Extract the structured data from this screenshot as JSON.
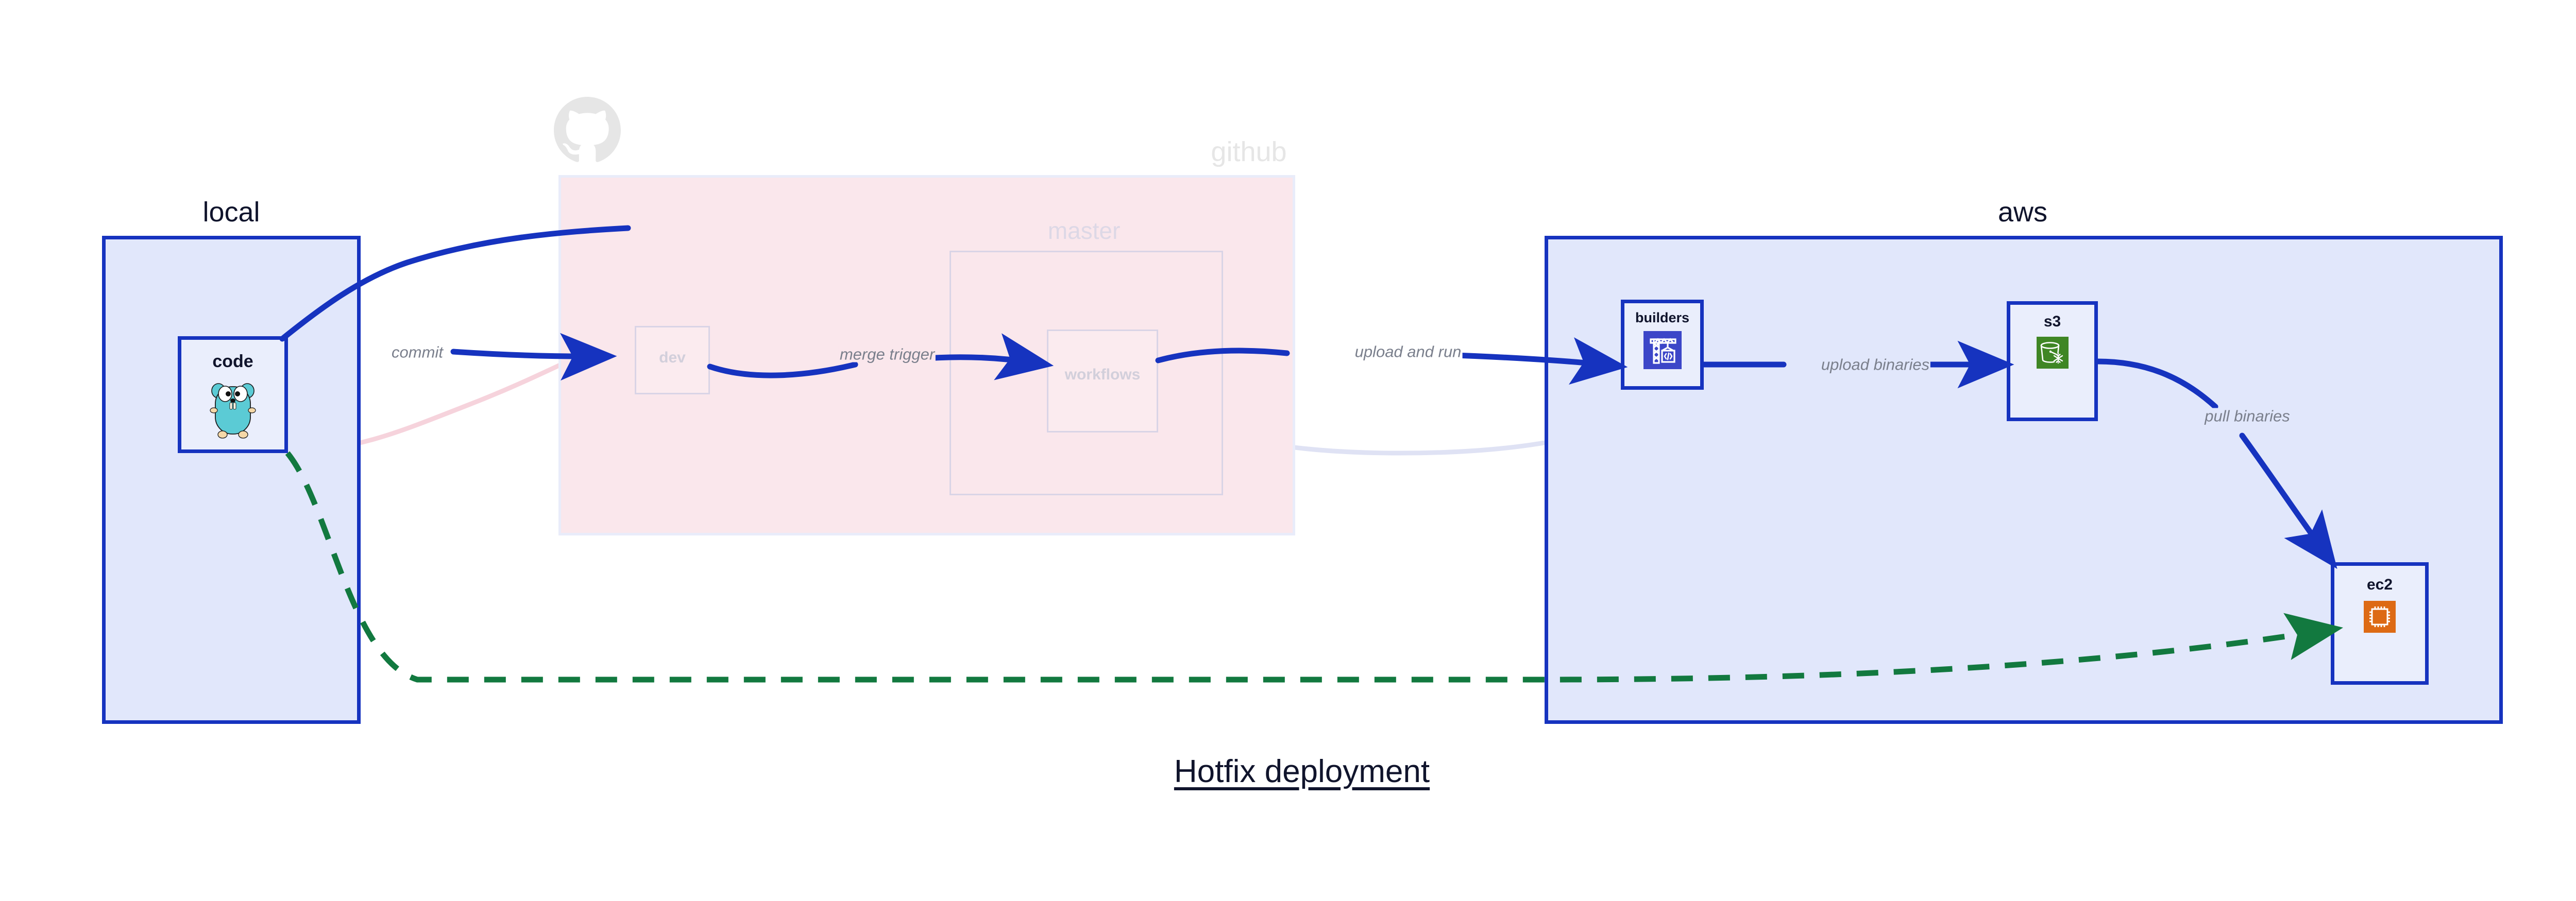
{
  "title": "Hotfix deployment",
  "colors": {
    "accent_blue": "#1633bf",
    "region_fill_blue": "#e1e7fb",
    "region_fill_pink": "#fae7ec",
    "node_fill": "#eaeefc",
    "text_dark": "#10142c",
    "edge_label_gray": "#7a7f8c",
    "faded_gray": "#e6e6e6",
    "green_dashed": "#12793f",
    "aws_builders_icon": "#3c46c8",
    "aws_s3_icon": "#3f8624",
    "aws_ec2_icon": "#dd6a14",
    "go_gopher_cyan": "#5bcbd5"
  },
  "regions": [
    {
      "key": "local",
      "label": "local",
      "state": "active"
    },
    {
      "key": "github",
      "label": "github",
      "state": "faded"
    },
    {
      "key": "aws",
      "label": "aws",
      "state": "active"
    }
  ],
  "groups": [
    {
      "key": "master",
      "label": "master",
      "parent": "github",
      "state": "faded"
    }
  ],
  "nodes": [
    {
      "key": "code",
      "label": "code",
      "region": "local",
      "icon": "go-gopher-icon",
      "state": "active"
    },
    {
      "key": "dev",
      "label": "dev",
      "region": "github",
      "icon": "none",
      "state": "faded"
    },
    {
      "key": "workflows",
      "label": "workflows",
      "region": "github",
      "icon": "none",
      "state": "faded"
    },
    {
      "key": "builders",
      "label": "builders",
      "region": "aws",
      "icon": "aws-codebuild-icon",
      "state": "active"
    },
    {
      "key": "s3",
      "label": "s3",
      "region": "aws",
      "icon": "aws-s3-glacier-icon",
      "state": "active"
    },
    {
      "key": "ec2",
      "label": "ec2",
      "region": "aws",
      "icon": "aws-ec2-icon",
      "state": "active"
    }
  ],
  "edges": [
    {
      "key": "commit",
      "label": "commit",
      "from": "code",
      "to": "dev",
      "style": "solid-blue",
      "state": "active"
    },
    {
      "key": "merge-trigger",
      "label": "merge trigger",
      "from": "dev",
      "to": "workflows",
      "style": "solid-blue",
      "state": "active"
    },
    {
      "key": "upload-and-run",
      "label": "upload and run",
      "from": "workflows",
      "to": "builders",
      "style": "solid-blue",
      "state": "active"
    },
    {
      "key": "upload-binaries",
      "label": "upload binaries",
      "from": "builders",
      "to": "s3",
      "style": "solid-blue",
      "state": "active"
    },
    {
      "key": "pull-binaries",
      "label": "pull binaries",
      "from": "s3",
      "to": "ec2",
      "style": "solid-blue",
      "state": "active"
    },
    {
      "key": "hotfix-direct",
      "label": "",
      "from": "code",
      "to": "ec2",
      "style": "dashed-green",
      "state": "active"
    },
    {
      "key": "ghost-code-dev",
      "label": "",
      "from": "code",
      "to": "dev",
      "style": "solid-pink",
      "state": "faded"
    },
    {
      "key": "ghost-dev-workflows",
      "label": "",
      "from": "dev",
      "to": "workflows",
      "style": "solid-violet",
      "state": "faded"
    },
    {
      "key": "ghost-workflows-build",
      "label": "",
      "from": "workflows",
      "to": "builders",
      "style": "solid-violet",
      "state": "faded"
    }
  ],
  "icons": {
    "github_logo": "github-octocat-icon"
  }
}
